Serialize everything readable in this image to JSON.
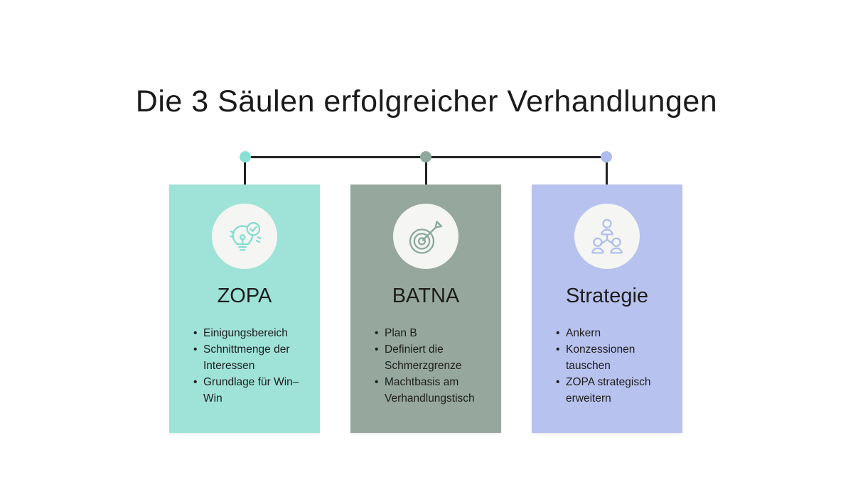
{
  "page": {
    "title": "Die 3 Säulen erfolgreicher Verhandlungen",
    "background": "#ffffff",
    "title_color": "#1b1b1b",
    "text_color": "#1d1d1d"
  },
  "connector": {
    "line_color": "#222222"
  },
  "cards": [
    {
      "title": "ZOPA",
      "bg": "#9fe3d8",
      "dot_color": "#8be0d4",
      "icon": "lightbulb-check-icon",
      "icon_color": "#87dccf",
      "icon_circle_bg": "#f5f6f3",
      "bullets": [
        "Einigungsbereich",
        "Schnittmenge der Interessen",
        "Grundlage für Win–Win"
      ]
    },
    {
      "title": "BATNA",
      "bg": "#96a89e",
      "dot_color": "#90a99f",
      "icon": "target-arrow-icon",
      "icon_color": "#8ba99d",
      "icon_circle_bg": "#f5f6f3",
      "bullets": [
        "Plan B",
        "Definiert die Schmerzgrenze",
        "Machtbasis am Verhandlungstisch"
      ]
    },
    {
      "title": "Strategie",
      "bg": "#b8c2ee",
      "dot_color": "#aebdee",
      "icon": "team-network-icon",
      "icon_color": "#b2bfee",
      "icon_circle_bg": "#f5f6f3",
      "bullets": [
        "Ankern",
        "Konzessionen tauschen",
        "ZOPA strategisch erweitern"
      ]
    }
  ]
}
